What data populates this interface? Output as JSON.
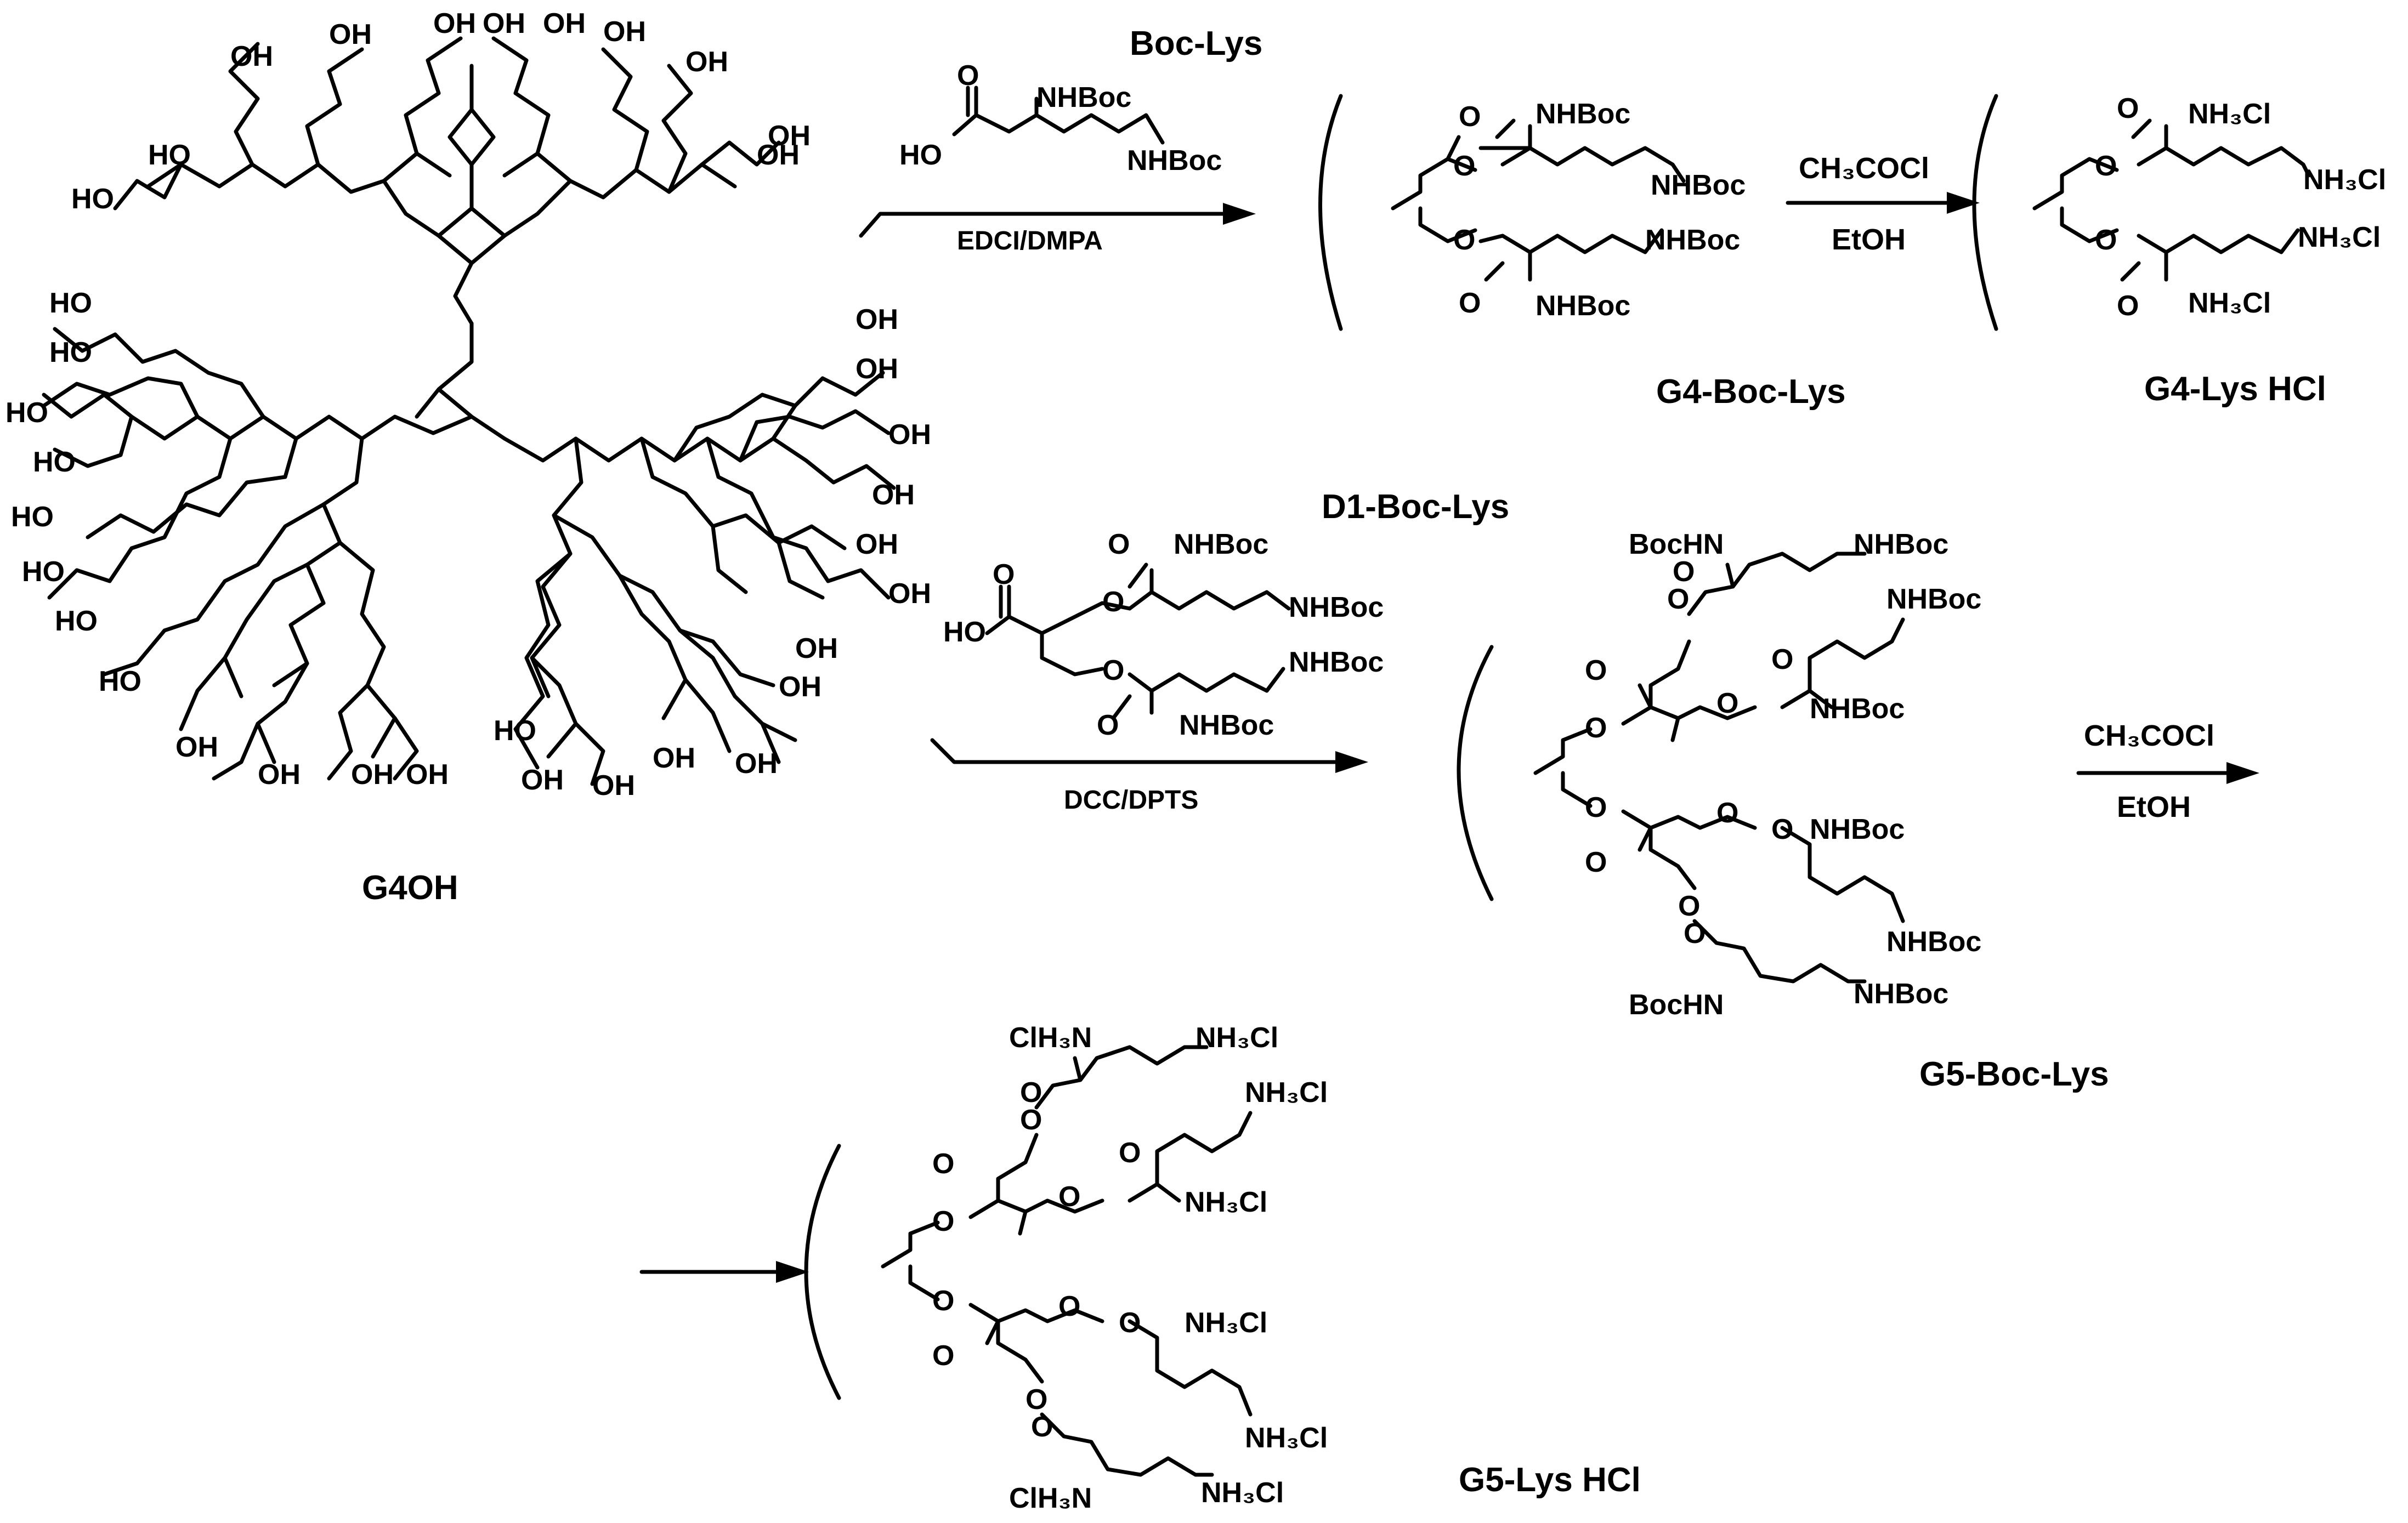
{
  "compounds": {
    "g4oh": "G4OH",
    "boc_lys": "Boc-Lys",
    "g4_boc_lys": "G4-Boc-Lys",
    "g4_lys_hcl": "G4-Lys HCl",
    "d1_boc_lys": "D1-Boc-Lys",
    "g5_boc_lys": "G5-Boc-Lys",
    "g5_lys_hcl": "G5-Lys HCl"
  },
  "conditions": {
    "step1": "EDCI/DMPA",
    "step2_reagent": "CH₃COCl",
    "step2_solvent": "EtOH",
    "step3": "DCC/DPTS",
    "step4_reagent": "CH₃COCl",
    "step4_solvent": "EtOH"
  },
  "atoms": {
    "oh": "OH",
    "ho": "HO",
    "o": "O",
    "nhboc": "NHBoc",
    "bochn": "BocHN",
    "nh3cl": "NH₃Cl",
    "clh3n": "ClH₃N"
  }
}
